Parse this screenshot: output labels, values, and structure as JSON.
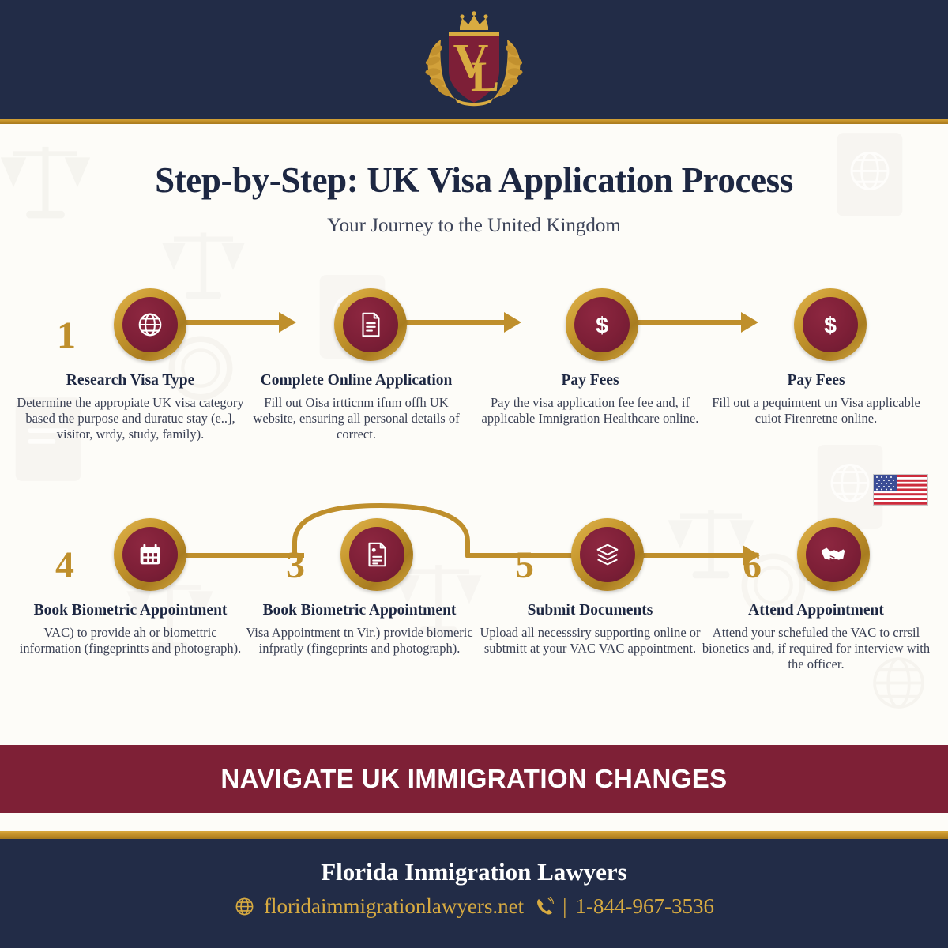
{
  "header": {
    "logo_name": "vl-crest-logo",
    "logo_initials": "VL",
    "background_color": "#222c47",
    "accent_color": "#bf8c26"
  },
  "title": "Step-by-Step: UK Visa Application Process",
  "subtitle": "Your Journey to the United Kingdom",
  "steps": [
    {
      "number": "1",
      "icon": "globe-icon",
      "title": "Research Visa Type",
      "desc": "Determine the appropiate UK visa category based the purpose and duratuc stay (e..], visitor, wrdy, study, family)."
    },
    {
      "number": "",
      "icon": "document-icon",
      "title": "Complete Online Application",
      "desc": "Fill out Oisa irtticnm ifnm offh UK website, ensuring all personal details of correct."
    },
    {
      "number": "",
      "icon": "dollar-icon",
      "title": "Pay Fees",
      "desc": "Pay the visa application fee fee and, if applicable Imnigration Healthcare online."
    },
    {
      "number": "",
      "icon": "dollar-icon",
      "title": "Pay Fees",
      "desc": "Fill out a pequimtent un Visa applicable cuiot Firenretne online."
    },
    {
      "number": "4",
      "icon": "calendar-icon",
      "title": "Book Biometric Appointment",
      "desc": "VAC) to provide ah or biomettric information (fingeprintts and photograph)."
    },
    {
      "number": "3",
      "icon": "document-lines-icon",
      "title": "Book Biometric Appointment",
      "desc": "Visa Appointment tn Vir.) provide biomeric infpratly (fingeprints and photograph)."
    },
    {
      "number": "5",
      "icon": "stack-layers-icon",
      "title": "Submit Documents",
      "desc": "Upload all necesssiry supporting online or subtmitt at your VAC VAC appointment."
    },
    {
      "number": "6",
      "icon": "handshake-icon",
      "title": "Attend Appointment",
      "desc": "Attend your schefuled the VAC to crrsil bionetics and, if required for interview with the officer."
    }
  ],
  "flag": {
    "name": "us-flag-badge"
  },
  "banner": {
    "text": "NAVIGATE UK IMMIGRATION CHANGES",
    "background_color": "#7e2036"
  },
  "footer": {
    "firm": "Florida Inmigration Lawyers",
    "website": "floridaimmigrationlawyers.net",
    "separator": "|",
    "phone": "1-844-967-3536",
    "globe_icon": "globe-icon",
    "phone_icon": "phone-icon",
    "background_color": "#222c47",
    "accent_color": "#d8ab41"
  }
}
